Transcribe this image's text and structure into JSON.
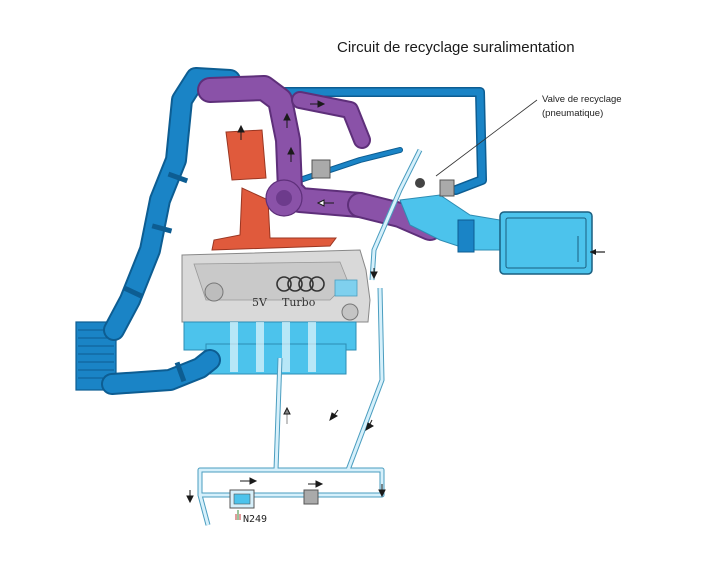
{
  "title": "Circuit de recyclage suralimentation",
  "labels": {
    "valve_line1": "Valve de recyclage",
    "valve_line2": "(pneumatique)",
    "engine_5v": "5V",
    "engine_turbo": "Turbo",
    "solenoid": "N249"
  },
  "colors": {
    "boost_pipe": "#1a84c6",
    "boost_pipe_dark": "#0d5d92",
    "recirc_pipe": "#8a52a8",
    "recirc_pipe_dark": "#5e2f7a",
    "turbo": "#e05a3c",
    "engine_block": "#d8d8d8",
    "manifold": "#4cc3ec",
    "vacuum_line": "#7fd0ee",
    "airbox": "#4cc3ec"
  }
}
